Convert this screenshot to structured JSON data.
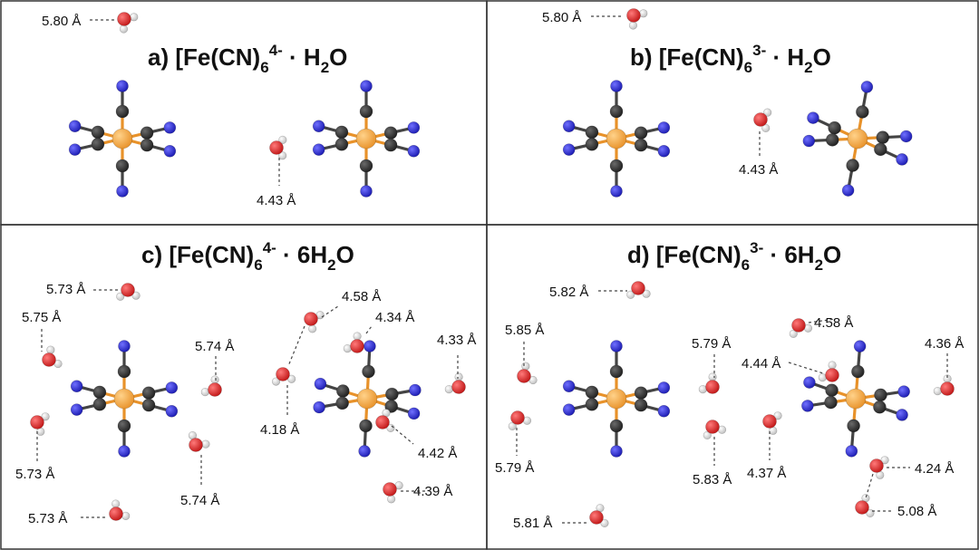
{
  "panels": [
    {
      "id": "a",
      "prefix": "a) [Fe(CN)",
      "sub": "6",
      "sup": "4-",
      "middle": " · H",
      "h2o_sub": "2",
      "suffix": "O"
    },
    {
      "id": "b",
      "prefix": "b) [Fe(CN)",
      "sub": "6",
      "sup": "3-",
      "middle": " ·  H",
      "h2o_sub": "2",
      "suffix": "O"
    },
    {
      "id": "c",
      "prefix": "c) [Fe(CN)",
      "sub": "6",
      "sup": "4-",
      "middle": " · 6H",
      "h2o_sub": "2",
      "suffix": "O"
    },
    {
      "id": "d",
      "prefix": "d) [Fe(CN)",
      "sub": "6",
      "sup": "3-",
      "middle": " · 6H",
      "h2o_sub": "2",
      "suffix": "O"
    }
  ],
  "distances": {
    "a": [
      "5.80 Å",
      "4.43 Å"
    ],
    "b": [
      "5.80 Å",
      "4.43 Å"
    ],
    "c": [
      "5.73 Å",
      "5.75 Å",
      "5.74 Å",
      "5.73 Å",
      "5.74 Å",
      "5.73 Å",
      "4.58 Å",
      "4.34 Å",
      "4.33 Å",
      "4.18 Å",
      "4.42 Å",
      "4.39 Å"
    ],
    "d": [
      "5.82 Å",
      "5.85 Å",
      "5.79 Å",
      "5.79 Å",
      "5.83 Å",
      "5.81 Å",
      "4.58 Å",
      "4.44 Å",
      "4.36 Å",
      "4.37 Å",
      "4.24 Å",
      "5.08 Å"
    ]
  },
  "colors": {
    "iron": "#e8922a",
    "carbon": "#2b2b2b",
    "nitrogen": "#2525c8",
    "oxygen": "#d42020",
    "hydrogen": "#e6e6e6",
    "border": "#333333"
  }
}
